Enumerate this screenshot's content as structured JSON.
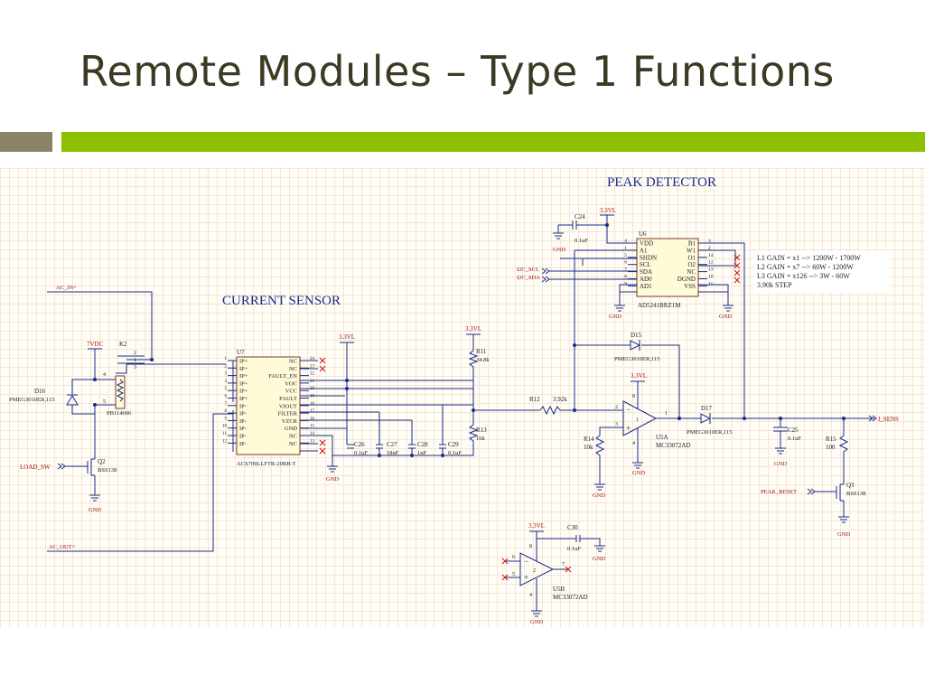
{
  "slide": {
    "title": "Remote Modules – Type 1 Functions"
  },
  "schematic": {
    "sections": {
      "peak_detector": "PEAK DETECTOR",
      "current_sensor": "CURRENT SENSOR"
    },
    "nets": {
      "ac_in": "AC_IN+",
      "ac_out": "AC_OUT+",
      "load_sw": "LOAD_SW",
      "i2c_scl": "I2C_SCL",
      "i2c_sda": "I2C_SDA",
      "i_sens": "I_SENS",
      "peak_reset": "PEAK_RESET",
      "vdc7": "7VDC",
      "v33": "3.3VL",
      "gnd": "GND"
    },
    "gain_notes": [
      "L1 GAIN = x1 --> 1200W - 1700W",
      "L2 GAIN = x7 --> 60W - 1200W",
      "L3 GAIN = x126 --> 3W - 60W",
      "3.90k STEP"
    ],
    "u6": {
      "ref": "U6",
      "part": "AD5241BRZ1M",
      "left_pins": [
        {
          "num": "4",
          "name": "VDD"
        },
        {
          "num": "1",
          "name": "A1"
        },
        {
          "num": "5",
          "name": "SHDN"
        },
        {
          "num": "6",
          "name": "SCL"
        },
        {
          "num": "7",
          "name": "SDA"
        },
        {
          "num": "8",
          "name": "AD0"
        },
        {
          "num": "9",
          "name": "AD1"
        }
      ],
      "right_pins": [
        {
          "num": "3",
          "name": "B1"
        },
        {
          "num": "2",
          "name": "W1"
        },
        {
          "num": "14",
          "name": "O1"
        },
        {
          "num": "12",
          "name": "O2"
        },
        {
          "num": "13",
          "name": "NC"
        },
        {
          "num": "10",
          "name": "DGND"
        },
        {
          "num": "11",
          "name": "VSS"
        }
      ]
    },
    "u7": {
      "ref": "U7",
      "part": "ACS709LLFTR-20BB-T",
      "left_pins": [
        {
          "num": "1",
          "name": "IP+"
        },
        {
          "num": "2",
          "name": "IP+"
        },
        {
          "num": "3",
          "name": "IP+"
        },
        {
          "num": "4",
          "name": "IP+"
        },
        {
          "num": "5",
          "name": "IP+"
        },
        {
          "num": "6",
          "name": "IP+"
        },
        {
          "num": "7",
          "name": "IP-"
        },
        {
          "num": "8",
          "name": "IP-"
        },
        {
          "num": "9",
          "name": "IP-"
        },
        {
          "num": "10",
          "name": "IP-"
        },
        {
          "num": "11",
          "name": "IP-"
        },
        {
          "num": "12",
          "name": "IP-"
        }
      ],
      "right_pins": [
        {
          "num": "24",
          "name": "NC"
        },
        {
          "num": "23",
          "name": "NC"
        },
        {
          "num": "22",
          "name": "FAULT_EN"
        },
        {
          "num": "21",
          "name": "VOC"
        },
        {
          "num": "20",
          "name": "VCC"
        },
        {
          "num": "19",
          "name": "FAULT"
        },
        {
          "num": "18",
          "name": "VIOUT"
        },
        {
          "num": "17",
          "name": "FILTER"
        },
        {
          "num": "16",
          "name": "VZCR"
        },
        {
          "num": "15",
          "name": "GND"
        },
        {
          "num": "14",
          "name": "NC"
        },
        {
          "num": "13",
          "name": "NC"
        }
      ]
    },
    "relay": {
      "ref": "K2",
      "part": "PB114006",
      "pins": [
        "2",
        "1",
        "3",
        "4",
        "5"
      ]
    },
    "d16": {
      "ref": "D16",
      "part": "PMEG3010ER,115"
    },
    "q2": {
      "ref": "Q2",
      "part": "BSS138"
    },
    "d15": {
      "ref": "D15",
      "part": "PMEG3010ER,115"
    },
    "d17": {
      "ref": "D17",
      "part": "PMEG3010ER,115"
    },
    "q3": {
      "ref": "Q3",
      "part": "BSS138"
    },
    "u5a": {
      "ref": "U5A",
      "part": "MC33072AD",
      "pins": [
        "2",
        "3",
        "1",
        "8",
        "4"
      ]
    },
    "u5b": {
      "ref": "U5B",
      "part": "MC33072AD",
      "pins": [
        "6",
        "5",
        "7",
        "8",
        "4",
        "2"
      ]
    },
    "r11": {
      "ref": "R11",
      "value": "34.8k"
    },
    "r12": {
      "ref": "R12",
      "value": "3.92k"
    },
    "r13": {
      "ref": "R13",
      "value": "10k"
    },
    "r14": {
      "ref": "R14",
      "value": "10k"
    },
    "r15": {
      "ref": "R15",
      "value": "100"
    },
    "c24": {
      "ref": "C24",
      "value": "0.1uF"
    },
    "c25": {
      "ref": "C25",
      "value": "0.1uF"
    },
    "c26": {
      "ref": "C26",
      "value": "0.1uF"
    },
    "c27": {
      "ref": "C27",
      "value": "18nF"
    },
    "c28": {
      "ref": "C28",
      "value": "1nF"
    },
    "c29": {
      "ref": "C29",
      "value": "0.1uF"
    },
    "c30": {
      "ref": "C30",
      "value": "0.1uF"
    }
  }
}
